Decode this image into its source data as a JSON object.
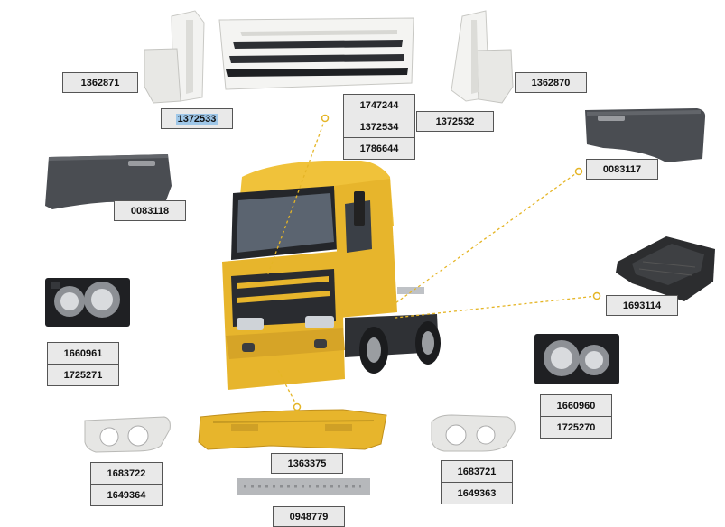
{
  "labels": {
    "corner_left": "1362871",
    "corner_left_sub": "1372533",
    "corner_right": "1362870",
    "corner_right_sub": "1372532",
    "grille_1": "1747244",
    "grille_2": "1372534",
    "grille_3": "1786644",
    "door_panel_right": "0083117",
    "door_panel_left": "0083118",
    "step_cover": "1693114",
    "headlamp_left_1": "1660961",
    "headlamp_left_2": "1725271",
    "headlamp_right_1": "1660960",
    "headlamp_right_2": "1725270",
    "fog_surround_left_1": "1683722",
    "fog_surround_left_2": "1649364",
    "bumper": "1363375",
    "bumper_strip": "0948779",
    "fog_surround_right_1": "1683721",
    "fog_surround_right_2": "1649363"
  },
  "colors": {
    "cab_yellow": "#e7b52c",
    "callout_line": "#e5b526",
    "panel_grey": "#4a4d52",
    "label_bg": "#e9e9e9"
  }
}
